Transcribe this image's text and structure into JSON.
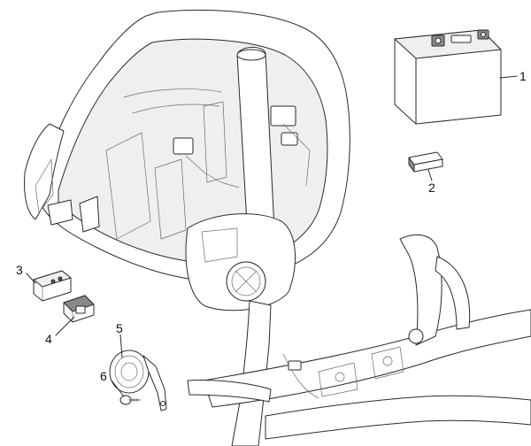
{
  "diagram": {
    "callouts": [
      {
        "id": "1",
        "part": "battery"
      },
      {
        "id": "2",
        "part": "battery-fuse-block"
      },
      {
        "id": "3",
        "part": "relay"
      },
      {
        "id": "4",
        "part": "relay-connector"
      },
      {
        "id": "5",
        "part": "horn"
      },
      {
        "id": "6",
        "part": "screw"
      }
    ]
  }
}
